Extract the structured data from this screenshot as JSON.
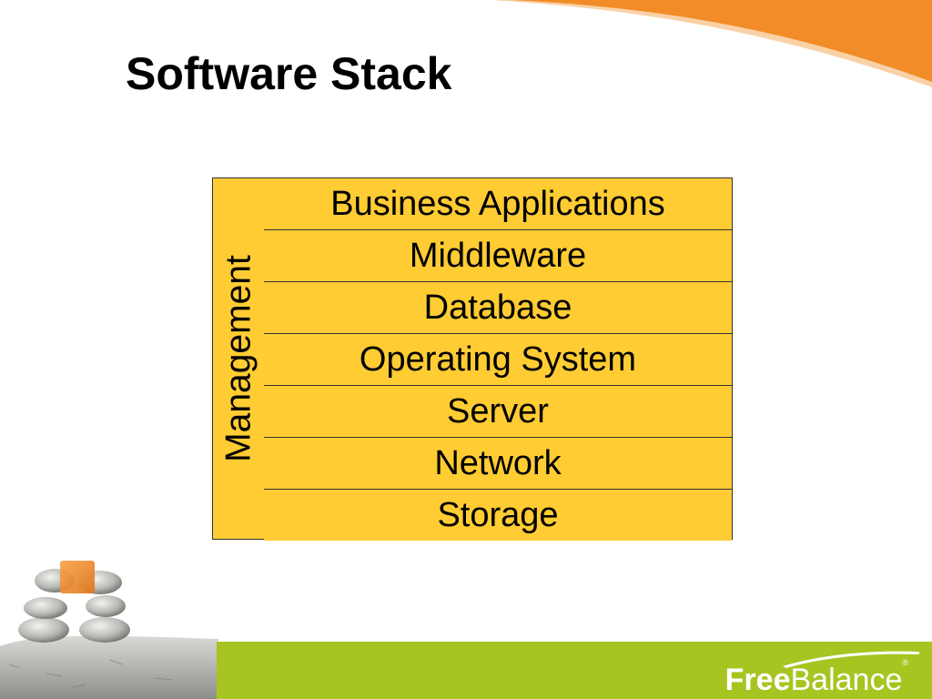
{
  "slide": {
    "title": "Software Stack"
  },
  "diagram": {
    "side_label": "Management",
    "layers": [
      "Business Applications",
      "Middleware",
      "Database",
      "Operating System",
      "Server",
      "Network",
      "Storage"
    ],
    "fill_color": "#FFCC33",
    "border_color": "#333333"
  },
  "footer": {
    "brand_part1": "Free",
    "brand_part2": "Balance",
    "brand_mark": "®",
    "bar_color": "#A7C521",
    "accent_color": "#F28C28"
  }
}
